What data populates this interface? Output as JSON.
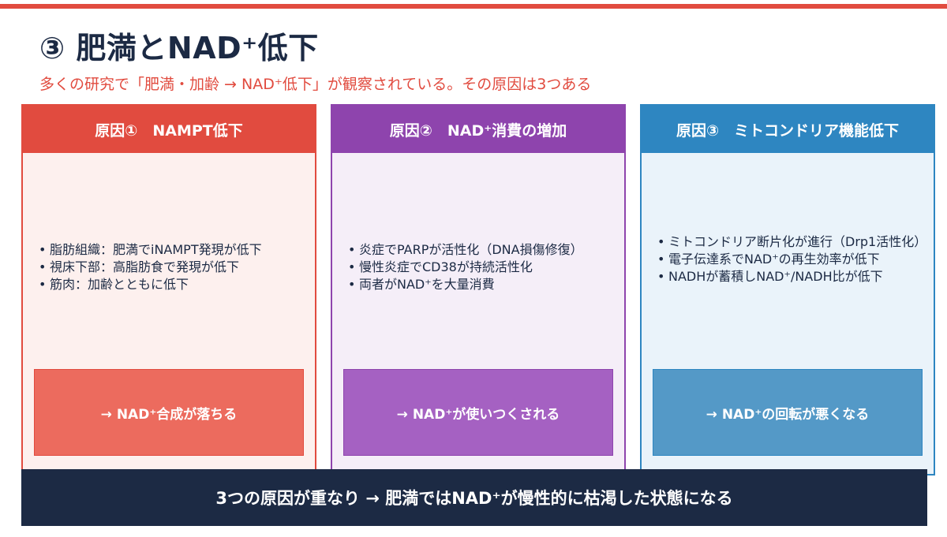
{
  "header": {
    "title": "③ 肥満とNAD⁺低下",
    "subtitle": "多くの研究で「肥満・加齢 → NAD⁺低下」が観察されている。その原因は3つある"
  },
  "cards": [
    {
      "title": "原因①　NAMPT低下",
      "items": [
        "脂肪組織：肥満でiNAMPT発現が低下",
        "視床下部：高脂肪食で発現が低下",
        "筋肉：加齢とともに低下"
      ],
      "result": "→ NAD⁺合成が落ちる"
    },
    {
      "title": "原因②　NAD⁺消費の増加",
      "items": [
        "炎症でPARPが活性化（DNA損傷修復）",
        "慢性炎症でCD38が持続活性化",
        "両者がNAD⁺を大量消費"
      ],
      "result": "→ NAD⁺が使いつくされる"
    },
    {
      "title": "原因③　ミトコンドリア機能低下",
      "items": [
        "ミトコンドリア断片化が進行（Drp1活性化）",
        "電子伝達系でNAD⁺の再生効率が低下",
        "NADHが蓄積しNAD⁺/NADH比が低下"
      ],
      "result": "→ NAD⁺の回転が悪くなる"
    }
  ],
  "conclusion": "3つの原因が重なり → 肥満ではNAD⁺が慢性的に枯渇した状態になる",
  "colors": {
    "accent_red": "#e14b3f",
    "purple": "#8e44ad",
    "blue": "#2e86c1",
    "navy": "#1c2a44"
  }
}
